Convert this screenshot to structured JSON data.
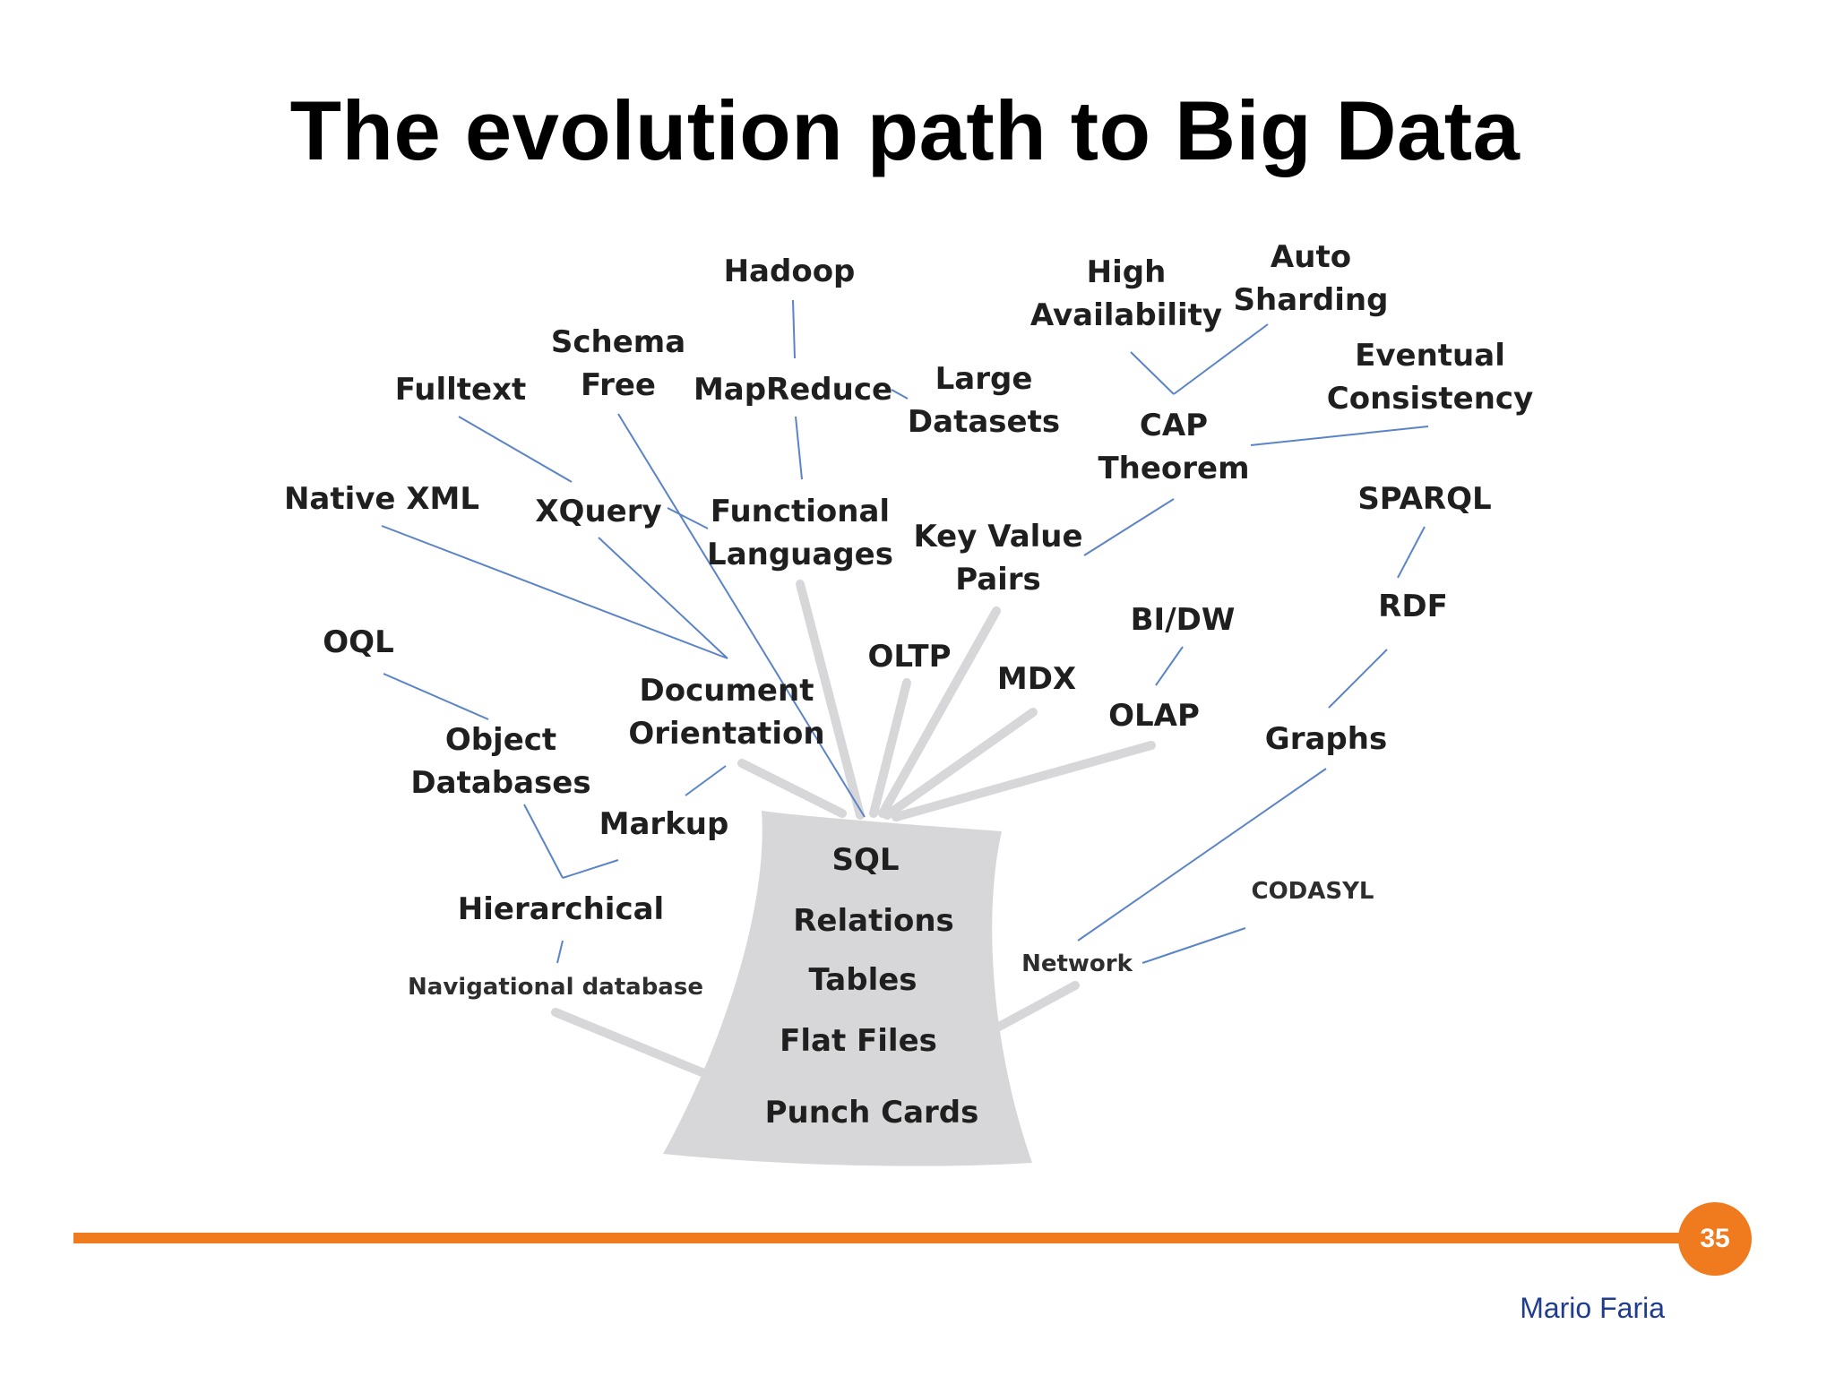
{
  "slide": {
    "title": "The evolution path to Big Data",
    "page_number": "35",
    "author": "Mario Faria"
  },
  "colors": {
    "accent": "#f07b1f",
    "trunk": "#d7d7d9",
    "branch_line": "#5b84c8",
    "author_text": "#1f3c8f"
  },
  "diagram": {
    "trunk_labels": [
      "SQL",
      "Relations",
      "Tables",
      "Flat Files",
      "Punch Cards"
    ],
    "nodes": {
      "hadoop": "Hadoop",
      "high_availability": [
        "High",
        "Availability"
      ],
      "auto_sharding": [
        "Auto",
        "Sharding"
      ],
      "schema_free": [
        "Schema",
        "Free"
      ],
      "fulltext": "Fulltext",
      "mapreduce": "MapReduce",
      "large_datasets": [
        "Large",
        "Datasets"
      ],
      "eventual_consistency": [
        "Eventual",
        "Consistency"
      ],
      "cap_theorem": [
        "CAP",
        "Theorem"
      ],
      "native_xml": "Native XML",
      "xquery": "XQuery",
      "functional_languages": [
        "Functional",
        "Languages"
      ],
      "key_value_pairs": [
        "Key Value",
        "Pairs"
      ],
      "sparql": "SPARQL",
      "rdf": "RDF",
      "bi_dw": "BI/DW",
      "oql": "OQL",
      "oltp": "OLTP",
      "mdx": "MDX",
      "document_orientation": [
        "Document",
        "Orientation"
      ],
      "olap": "OLAP",
      "graphs": "Graphs",
      "object_databases": [
        "Object",
        "Databases"
      ],
      "markup": "Markup",
      "hierarchical": "Hierarchical",
      "navigational_database": "Navigational database",
      "codasyl": "CODASYL",
      "network": "Network"
    }
  }
}
